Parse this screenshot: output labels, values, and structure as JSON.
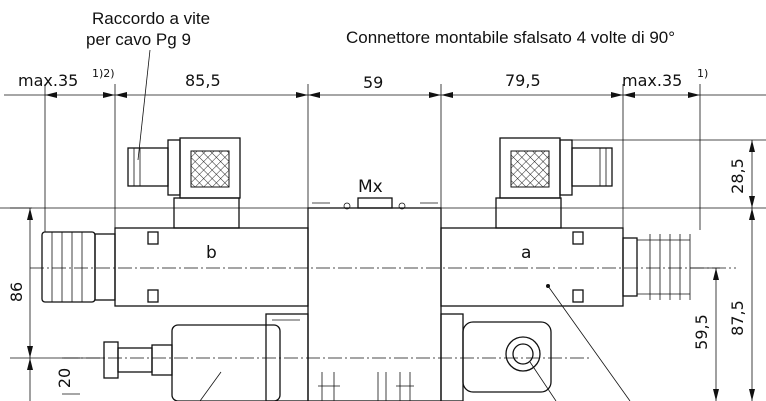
{
  "annotations": {
    "cable_gland": [
      "Raccordo a vite",
      "per cavo Pg 9"
    ],
    "connector_note": "Connettore montabile sfalsato 4 volte di 90°"
  },
  "dimensions": {
    "left_max": "max.35",
    "left_max_note": "1)2)",
    "left_len": "85,5",
    "center_width": "59",
    "right_len": "79,5",
    "right_max": "max.35",
    "right_max_note": "1)",
    "height_86": "86",
    "height_20": "20",
    "height_28_5": "28,5",
    "height_87_5": "87,5",
    "height_59_5": "59,5"
  },
  "labels": {
    "port_mx": "Mx",
    "solenoid_b": "b",
    "solenoid_a": "a"
  },
  "icons": [
    "connector-grid-icon",
    "cable-gland-icon"
  ]
}
